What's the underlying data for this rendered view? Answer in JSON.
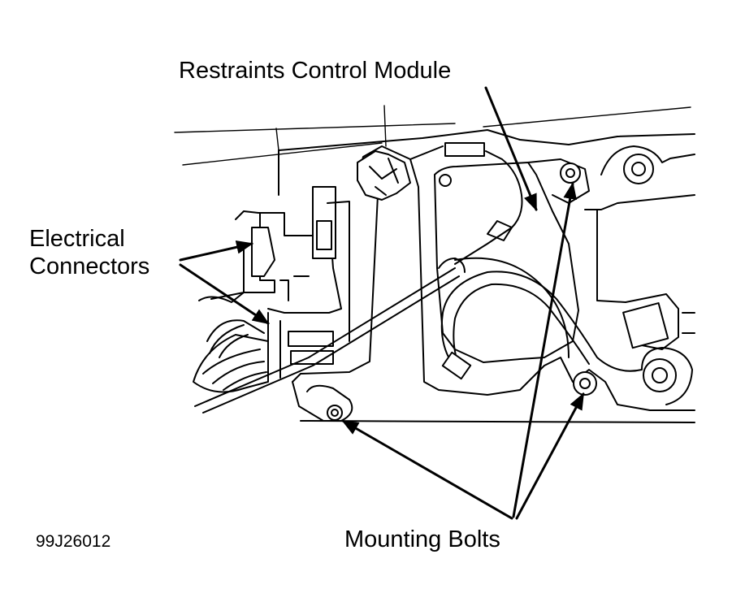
{
  "labels": {
    "restraints_control_module": "Restraints Control Module",
    "electrical_connectors_line1": "Electrical",
    "electrical_connectors_line2": "Connectors",
    "mounting_bolts": "Mounting Bolts",
    "figure_id": "99J26012"
  },
  "colors": {
    "ink": "#000000",
    "paper": "#ffffff"
  }
}
